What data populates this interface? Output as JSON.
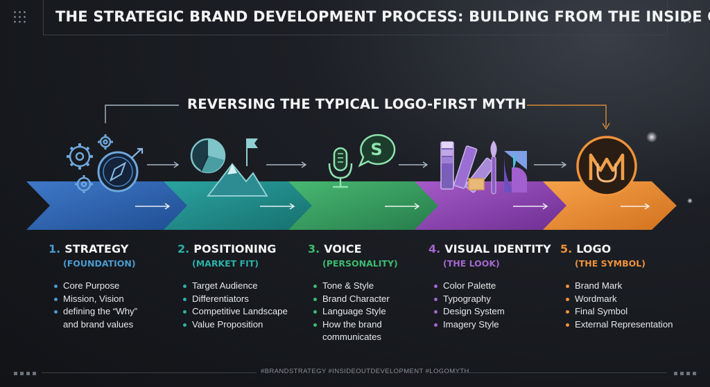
{
  "header": {
    "title": "THE STRATEGIC BRAND DEVELOPMENT PROCESS: BUILDING FROM THE INSIDE OUT",
    "subtitle": "REVERSING THE TYPICAL LOGO-FIRST MYTH"
  },
  "colors": {
    "strategy": "#4a7fc8",
    "positioning": "#2b9e9a",
    "voice": "#3dae6a",
    "visual_identity": "#9a4fc0",
    "logo": "#f0923a"
  },
  "steps": [
    {
      "number": "1.",
      "title": "STRATEGY",
      "subtitle": "(FOUNDATION)",
      "icons": [
        "gears-icon",
        "compass-icon"
      ],
      "bullets": [
        "Core Purpose",
        "Mission, Vision",
        "defining the “Why”",
        "and brand values"
      ]
    },
    {
      "number": "2.",
      "title": "POSITIONING",
      "subtitle": "(MARKET FIT)",
      "icons": [
        "pie-chart-icon",
        "mountain-flag-icon"
      ],
      "bullets": [
        "Target Audience",
        "Differentiators",
        "Competitive Landscape",
        "Value Proposition"
      ]
    },
    {
      "number": "3.",
      "title": "VOICE",
      "subtitle": "(PERSONALITY)",
      "icons": [
        "microphone-icon",
        "speech-bubble-icon"
      ],
      "bullets": [
        "Tone & Style",
        "Brand Character",
        "Language Style",
        "How the brand",
        "communicates"
      ]
    },
    {
      "number": "4.",
      "title": "VISUAL IDENTITY",
      "subtitle": "(THE LOOK)",
      "icons": [
        "color-swatch-icon",
        "paintbrush-icon",
        "shapes-icon"
      ],
      "bullets": [
        "Color Palette",
        "Typography",
        "Design System",
        "Imagery Style"
      ]
    },
    {
      "number": "5.",
      "title": "LOGO",
      "subtitle": "(THE SYMBOL)",
      "icons": [
        "monogram-logo-icon"
      ],
      "bullets": [
        "Brand Mark",
        "Wordmark",
        "Final Symbol",
        "External Representation"
      ],
      "logo_letter": "M"
    }
  ],
  "footer": {
    "hashtags": "#BRANDSTRATEGY  #INSIDEOUTDEVELOPMENT  #LOGOMYTH"
  }
}
